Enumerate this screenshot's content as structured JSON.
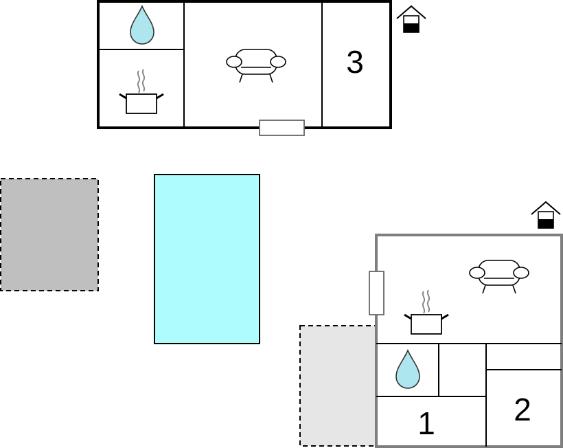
{
  "building_top": {
    "room_label": "3",
    "icons": [
      "water-drop-icon",
      "cooking-pot-icon",
      "sofa-icon",
      "house-floor-icon"
    ]
  },
  "building_bottom": {
    "room_labels": [
      "1",
      "2"
    ],
    "icons": [
      "water-drop-icon",
      "cooking-pot-icon",
      "sofa-icon",
      "house-floor-icon"
    ]
  },
  "areas": [
    "terrace-area",
    "pool",
    "terrace-area"
  ],
  "colors": {
    "wall_dark": "#000000",
    "wall_grey": "#7f7f7f",
    "pool": "#aefcfc",
    "terrace_dark": "#bfbfbf",
    "terrace_light": "#e6e6e6",
    "water_drop": "#aee6ee"
  }
}
